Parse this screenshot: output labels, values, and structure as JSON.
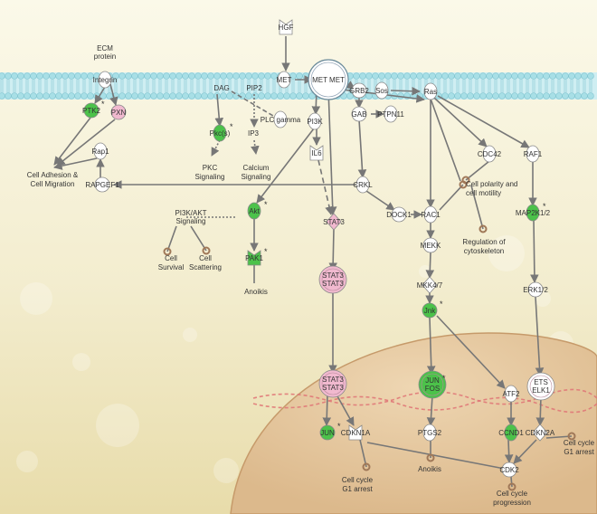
{
  "colors": {
    "bg_top": "#fbf9e9",
    "bg_bottom": "#eadfae",
    "membrane_lipid": "#a8dfe6",
    "membrane_line": "#7fc4cf",
    "nucleus": "#e3c49c",
    "nucleus_edge": "#c69a6a",
    "green_node": "#4cc24a",
    "pink_node": "#f1b9cf",
    "white_node": "#ffffff",
    "node_stroke": "#8a8a8a",
    "arrow": "#777777",
    "inhibit_end": "#a07858",
    "dna_red": "#e07878"
  },
  "nodes": [
    {
      "id": "hgf",
      "label": "HGF",
      "color": "white"
    },
    {
      "id": "met",
      "label": "MET",
      "color": "white"
    },
    {
      "id": "metmet",
      "label": "MET MET",
      "color": "white"
    },
    {
      "id": "ecm",
      "label": "ECM protein",
      "color": "white"
    },
    {
      "id": "integrin",
      "label": "Integrin",
      "color": "white"
    },
    {
      "id": "ptk2",
      "label": "PTK2",
      "color": "green",
      "asterisk": true
    },
    {
      "id": "pxn",
      "label": "PXN",
      "color": "pink"
    },
    {
      "id": "rap1",
      "label": "Rap1",
      "color": "white"
    },
    {
      "id": "rapgef1",
      "label": "RAPGEF1",
      "color": "white"
    },
    {
      "id": "dag",
      "label": "DAG",
      "color": "white"
    },
    {
      "id": "pip2",
      "label": "PIP2",
      "color": "white"
    },
    {
      "id": "pkcs",
      "label": "Pkc(s)",
      "color": "green",
      "asterisk": true
    },
    {
      "id": "plcg",
      "label": "PLC gamma",
      "color": "white"
    },
    {
      "id": "ip3",
      "label": "IP3",
      "color": "white"
    },
    {
      "id": "pi3k",
      "label": "PI3K",
      "color": "white"
    },
    {
      "id": "il6",
      "label": "IL6",
      "color": "white"
    },
    {
      "id": "grb2",
      "label": "GRB2",
      "color": "white"
    },
    {
      "id": "sos",
      "label": "Sos",
      "color": "white"
    },
    {
      "id": "ras",
      "label": "Ras",
      "color": "white"
    },
    {
      "id": "gab",
      "label": "GAB",
      "color": "white"
    },
    {
      "id": "ptpn11",
      "label": "PTPN11",
      "color": "white"
    },
    {
      "id": "crkl",
      "label": "CRKL",
      "color": "white"
    },
    {
      "id": "cdc42",
      "label": "CDC42",
      "color": "white"
    },
    {
      "id": "raf1",
      "label": "RAF1",
      "color": "white"
    },
    {
      "id": "akt",
      "label": "Akt",
      "color": "green",
      "asterisk": true
    },
    {
      "id": "pak1",
      "label": "PAK1",
      "color": "green",
      "asterisk": true
    },
    {
      "id": "stat3a",
      "label": "STAT3",
      "color": "pink"
    },
    {
      "id": "stat3b",
      "label": "STAT3 STAT3",
      "color": "pink"
    },
    {
      "id": "stat3c",
      "label": "STAT3 STAT3",
      "color": "pink"
    },
    {
      "id": "dock1",
      "label": "DOCK1",
      "color": "white"
    },
    {
      "id": "rac1",
      "label": "RAC1",
      "color": "white"
    },
    {
      "id": "mekk",
      "label": "MEKK",
      "color": "white"
    },
    {
      "id": "mkk47",
      "label": "MKK4/7",
      "color": "white"
    },
    {
      "id": "jnk",
      "label": "Jnk",
      "color": "green",
      "asterisk": true
    },
    {
      "id": "map2k12",
      "label": "MAP2K1/2",
      "color": "green",
      "asterisk": true
    },
    {
      "id": "erk12",
      "label": "ERK1/2",
      "color": "white"
    },
    {
      "id": "junfos",
      "label": "JUN FOS",
      "color": "green",
      "asterisk": true
    },
    {
      "id": "atf2",
      "label": "ATF2",
      "color": "white"
    },
    {
      "id": "etselk1",
      "label": "ETS ELK1",
      "color": "white"
    },
    {
      "id": "jun",
      "label": "JUN",
      "color": "green",
      "asterisk": true
    },
    {
      "id": "cdkn1a",
      "label": "CDKN1A",
      "color": "white"
    },
    {
      "id": "ptgs2",
      "label": "PTGS2",
      "color": "white"
    },
    {
      "id": "ccnd1",
      "label": "CCND1",
      "color": "green"
    },
    {
      "id": "cdkn2a",
      "label": "CDKN2A",
      "color": "white"
    },
    {
      "id": "cdk2",
      "label": "CDK2",
      "color": "white"
    },
    {
      "id": "pi3kakt",
      "label": "PI3K/AKT Signaling",
      "color": "white"
    }
  ],
  "processes": [
    {
      "id": "cell_adhesion",
      "label": "Cell Adhesion & Cell Migration"
    },
    {
      "id": "pkc_sig",
      "label": "PKC Signaling"
    },
    {
      "id": "calcium_sig",
      "label": "Calcium Signaling"
    },
    {
      "id": "cell_polarity",
      "label": "Cell polarity and cell motility"
    },
    {
      "id": "reg_cyto",
      "label": "Regulation of cytoskeleton"
    },
    {
      "id": "cell_survival",
      "label": "Cell Survival"
    },
    {
      "id": "cell_scattering",
      "label": "Cell Scattering"
    },
    {
      "id": "anoikis1",
      "label": "Anoikis"
    },
    {
      "id": "anoikis2",
      "label": "Anoikis"
    },
    {
      "id": "g1_arrest1",
      "label": "Cell cycle G1 arrest"
    },
    {
      "id": "g1_arrest2",
      "label": "Cell cycle G1 arrest"
    },
    {
      "id": "progression",
      "label": "Cell cycle progression"
    }
  ],
  "asterisk": "*"
}
